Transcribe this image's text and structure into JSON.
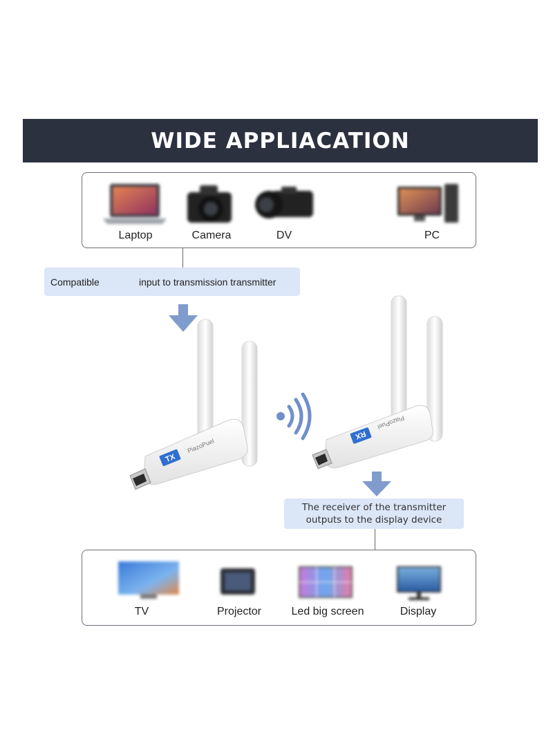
{
  "banner": {
    "title": "WIDE APPLIACATION"
  },
  "sources": [
    {
      "label": "Laptop",
      "icon": "laptop-icon"
    },
    {
      "label": "Camera",
      "icon": "camera-icon"
    },
    {
      "label": "DV",
      "icon": "camcorder-icon"
    },
    {
      "label": "PC",
      "icon": "desktop-pc-icon"
    }
  ],
  "callout_input": {
    "part1": "Compatible",
    "part2": "input to transmission transmitter"
  },
  "devices": {
    "tx": {
      "badge": "TX",
      "brand": "PiazoPuel"
    },
    "rx": {
      "badge": "RX",
      "brand": "PiazoPuel"
    }
  },
  "callout_output": {
    "line1": "The receiver of the transmitter",
    "line2": "outputs to the display device"
  },
  "outputs": [
    {
      "label": "TV",
      "icon": "tv-icon"
    },
    {
      "label": "Projector",
      "icon": "projector-icon"
    },
    {
      "label": "Led big screen",
      "icon": "led-screen-icon"
    },
    {
      "label": "Display",
      "icon": "monitor-icon"
    }
  ],
  "colors": {
    "banner": "#2c3140",
    "callout": "#dbe6f7",
    "arrow": "#7f9ccc",
    "badge": "#2f6fd0"
  }
}
